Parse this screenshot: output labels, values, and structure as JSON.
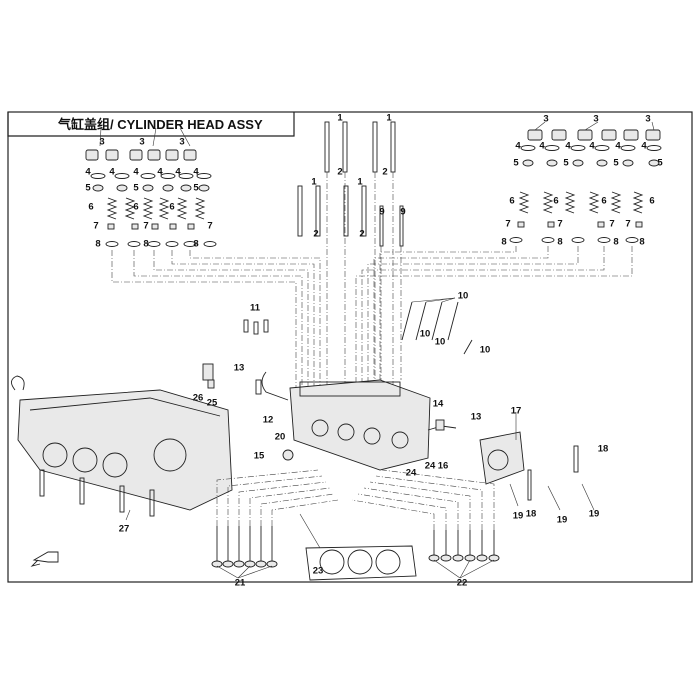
{
  "header": {
    "title": "气缸盖组/ CYLINDER HEAD ASSY"
  },
  "callouts": {
    "c1": "1",
    "c2": "2",
    "c3": "3",
    "c4": "4",
    "c5": "5",
    "c6": "6",
    "c7": "7",
    "c8": "8",
    "c9": "9",
    "c10": "10",
    "c11": "11",
    "c12": "12",
    "c13": "13",
    "c14": "14",
    "c15": "15",
    "c16": "16",
    "c17": "17",
    "c18": "18",
    "c19": "19",
    "c20": "20",
    "c21": "21",
    "c22": "22",
    "c23": "23",
    "c24": "24",
    "c25": "25",
    "c26": "26",
    "c27": "27"
  },
  "icons": {
    "front_arrow": "front-direction-arrow-icon"
  }
}
